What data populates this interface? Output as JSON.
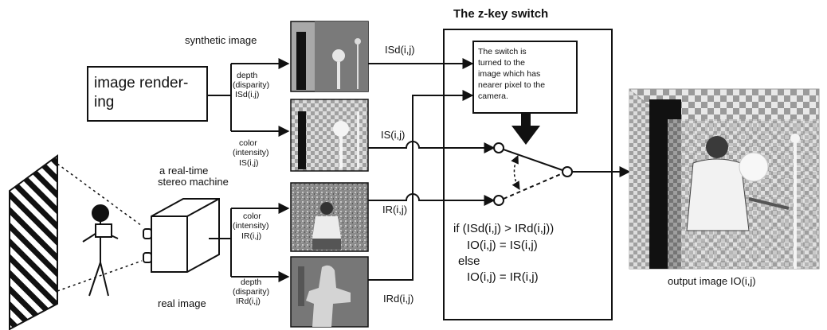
{
  "switch_box": {
    "title": "The z-key switch",
    "note": [
      "The switch is",
      "turned to the",
      "image which has",
      "nearer pixel to the",
      "camera."
    ],
    "condition": [
      "if (ISd(i,j) > IRd(i,j))",
      "IO(i,j) = IS(i,j)",
      "else",
      "IO(i,j) = IR(i,j)"
    ]
  },
  "synthetic": {
    "title": "synthetic image",
    "renderer": [
      "image render-",
      "ing"
    ],
    "depth_label": [
      "depth",
      "(disparity)",
      "ISd(i,j)"
    ],
    "color_label": [
      "color",
      "(intensity)",
      "IS(i,j)"
    ],
    "depth_signal": "ISd(i,j)",
    "color_signal": "IS(i,j)"
  },
  "real": {
    "title": [
      "a real-time",
      "stereo machine"
    ],
    "caption": "real image",
    "color_label": [
      "color",
      "(intensity)",
      "IR(i,j)"
    ],
    "depth_label": [
      "depth",
      "(disparity)",
      "IRd(i,j)"
    ],
    "color_signal": "IR(i,j)",
    "depth_signal": "IRd(i,j)"
  },
  "output": {
    "caption": "output image IO(i,j)"
  },
  "colors": {
    "line": "#111111",
    "checker_light": "#e8e8e8",
    "checker_dark": "#9a9a9a",
    "depth_bg": "#7a7a7a",
    "depth_light": "#d0d0d0"
  }
}
